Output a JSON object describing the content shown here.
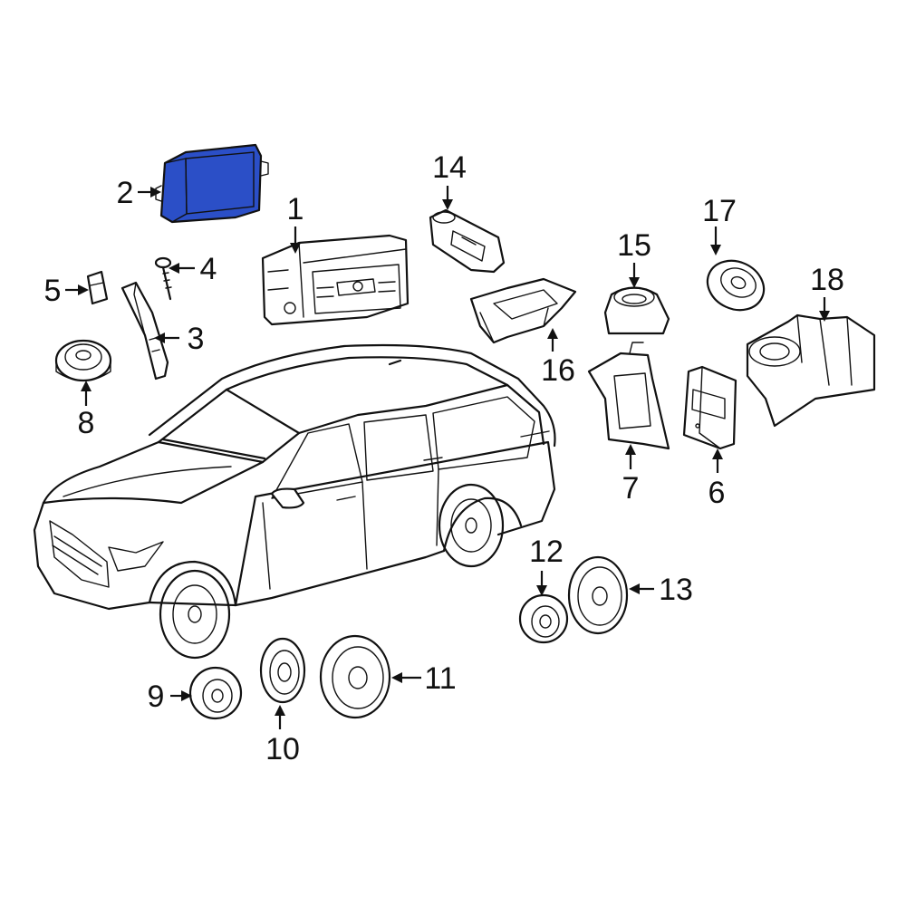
{
  "highlight_color": "#2b4fc7",
  "callouts": [
    "1",
    "2",
    "3",
    "4",
    "5",
    "6",
    "7",
    "8",
    "9",
    "10",
    "11",
    "12",
    "13",
    "14",
    "15",
    "16",
    "17",
    "18"
  ],
  "highlighted_part": "2"
}
